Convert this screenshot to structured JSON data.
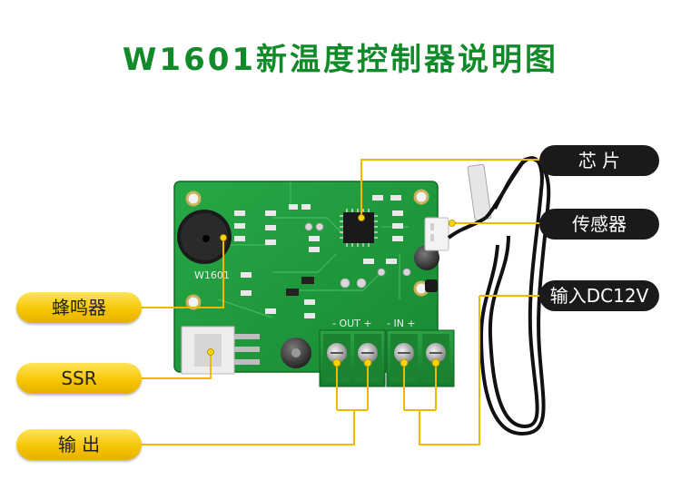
{
  "header": {
    "title": "W1601新温度控制器说明图"
  },
  "board": {
    "model_silk": "W1601",
    "out_silk": "- OUT +",
    "in_silk": "- IN +"
  },
  "labels": {
    "chip": "芯  片",
    "sensor": "传感器",
    "power_input": "输入DC12V",
    "buzzer": "蜂鸣器",
    "ssr": "SSR",
    "output": "输    出"
  },
  "colors": {
    "title": "#118a2a",
    "pcb": "#1f9a3c",
    "terminal": "#1e8a34",
    "label_pill": "#f5c400",
    "leader_line": "#f0b800"
  }
}
